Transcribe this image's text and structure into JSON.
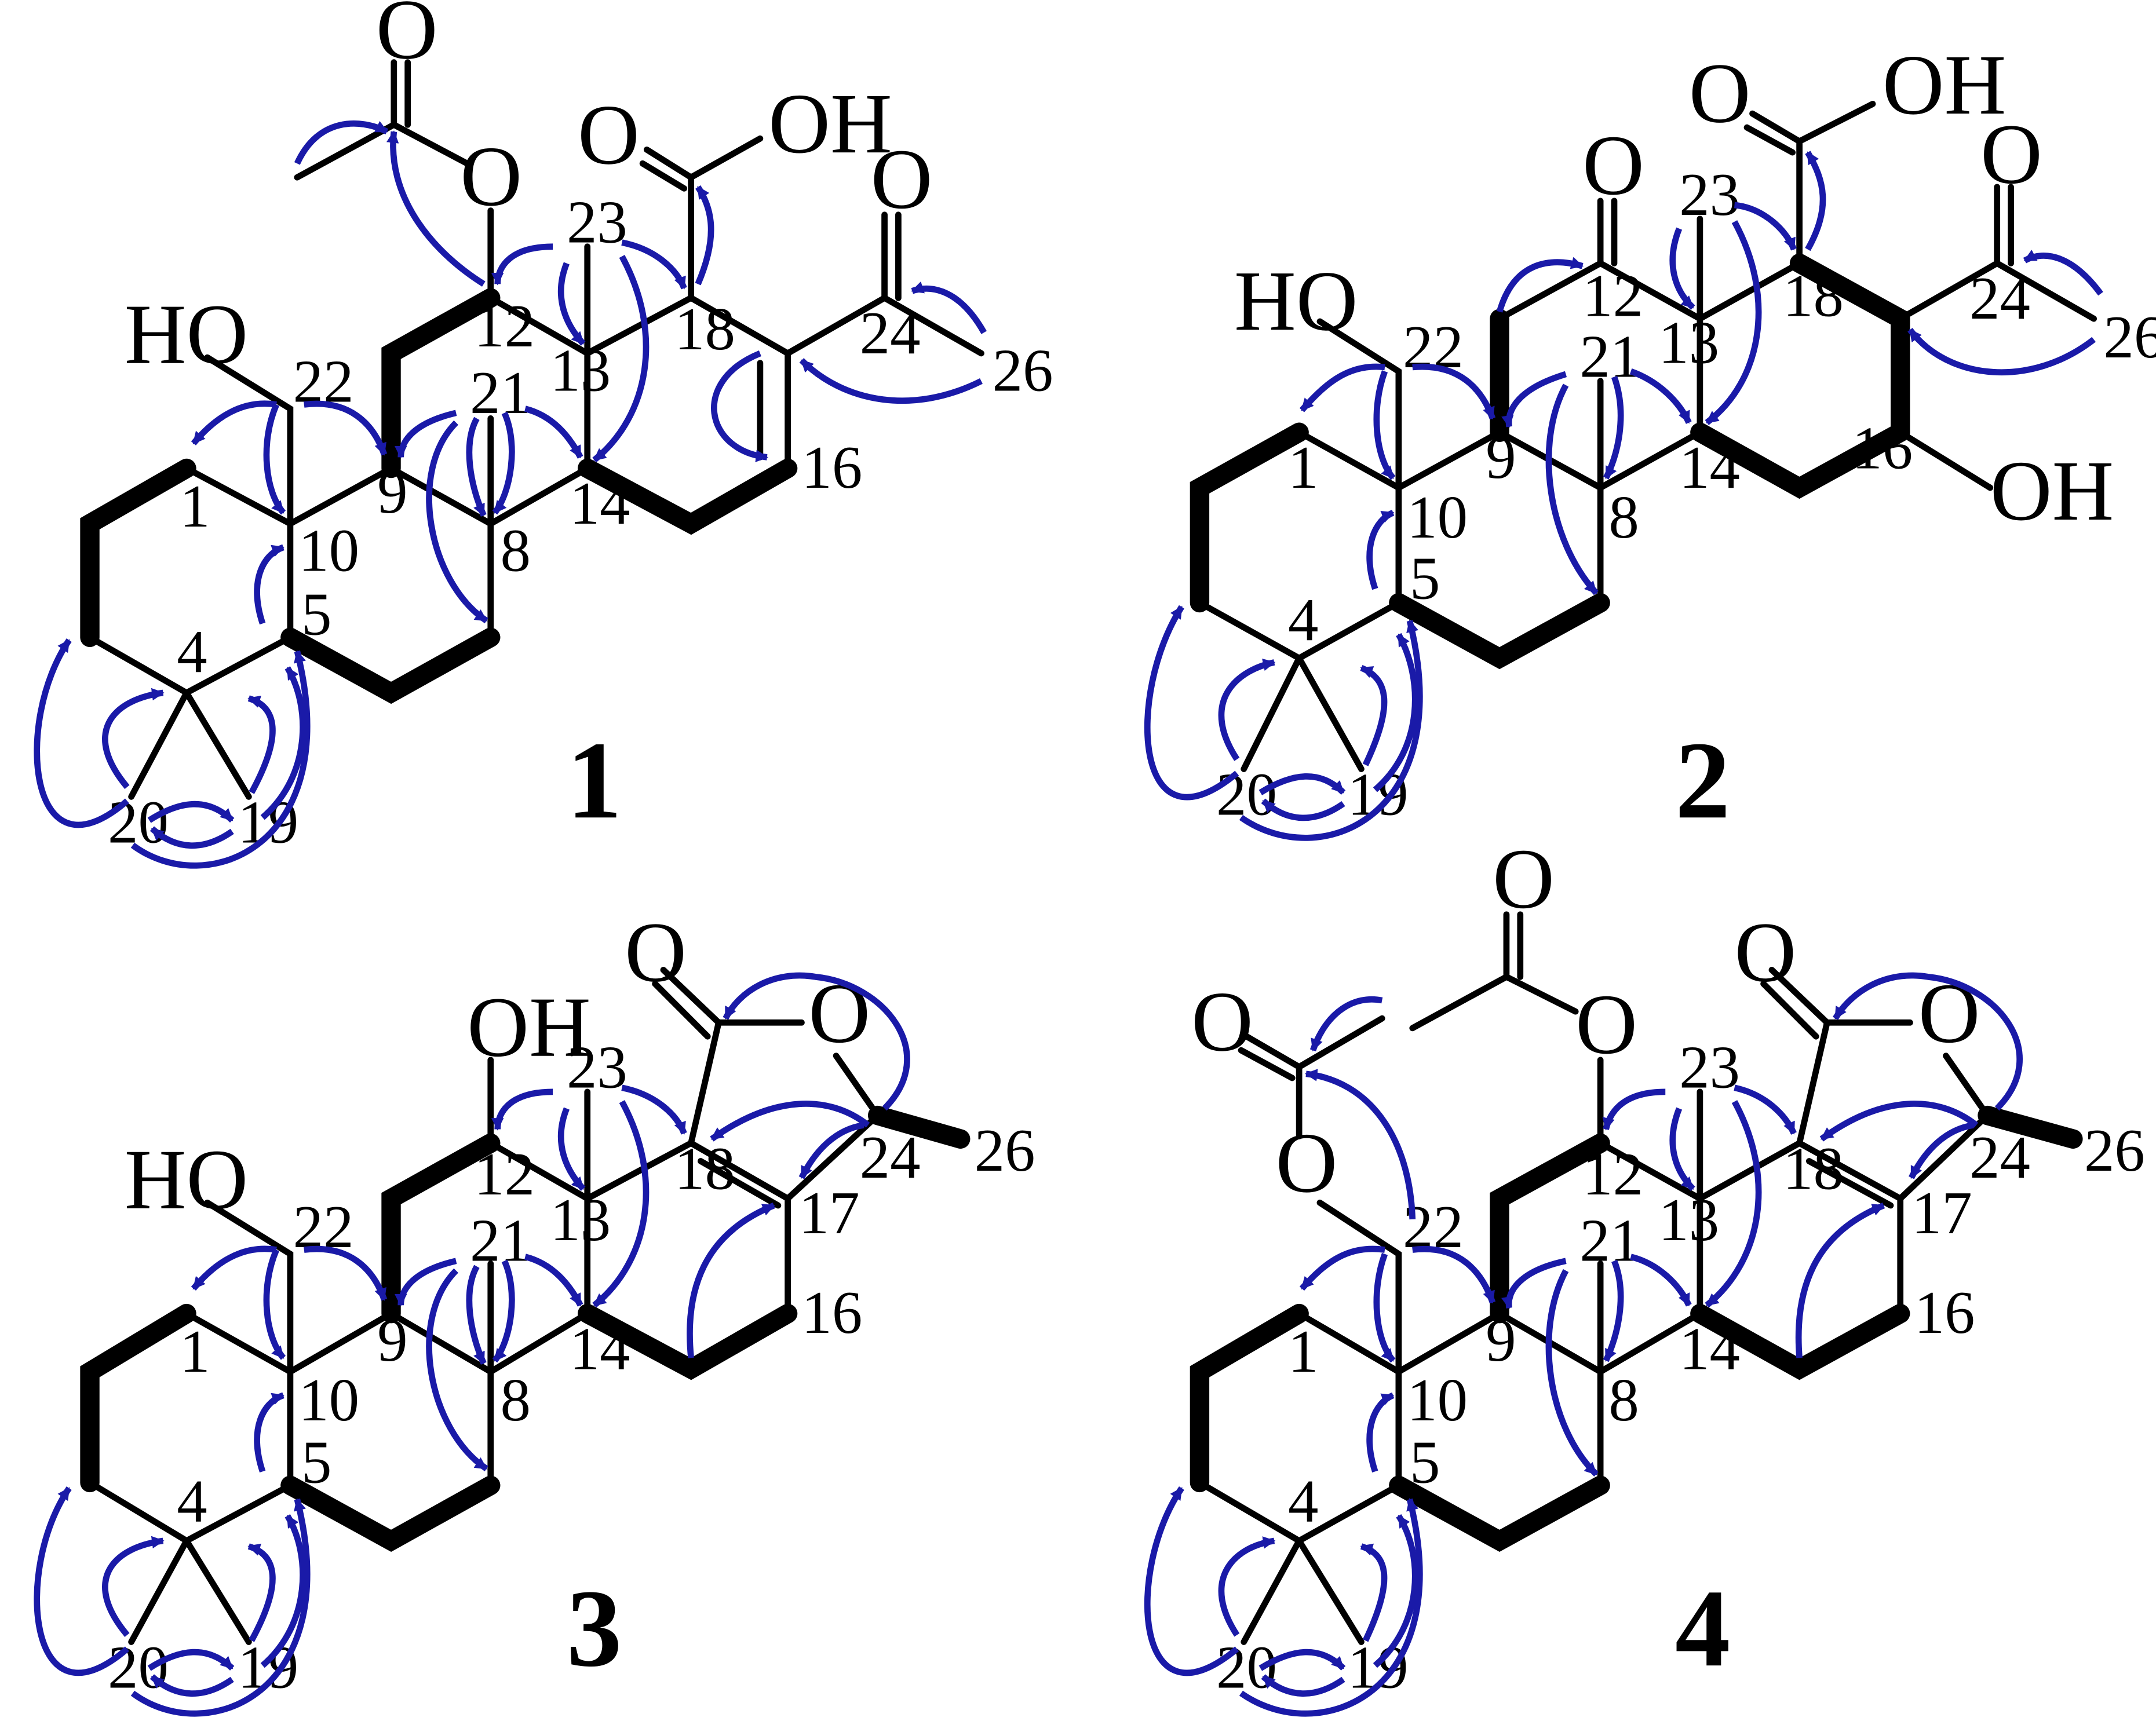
{
  "figure": {
    "colors": {
      "bond": "#000000",
      "correlation_arrow": "#1a1aa8",
      "background": "#ffffff"
    },
    "compounds": [
      {
        "number": "1",
        "groups": {
          "hydroxyl_left": "HO",
          "carbonyl_o": "O",
          "ester_o": "O",
          "acid_o": "O",
          "acid_oh": "OH",
          "ketone_o": "O"
        },
        "locants": {
          "c1": "1",
          "c4": "4",
          "c5": "5",
          "c8": "8",
          "c9": "9",
          "c10": "10",
          "c12": "12",
          "c13": "13",
          "c14": "14",
          "c16": "16",
          "c18": "18",
          "c19": "19",
          "c20": "20",
          "c21": "21",
          "c22": "22",
          "c23": "23",
          "c24": "24",
          "c26": "26"
        }
      },
      {
        "number": "2",
        "groups": {
          "hydroxyl_left": "HO",
          "c12_o": "O",
          "acid_o": "O",
          "acid_oh": "OH",
          "ketone_o": "O",
          "c16_oh": "OH"
        },
        "locants": {
          "c1": "1",
          "c4": "4",
          "c5": "5",
          "c8": "8",
          "c9": "9",
          "c10": "10",
          "c12": "12",
          "c13": "13",
          "c14": "14",
          "c16": "16",
          "c18": "18",
          "c19": "19",
          "c20": "20",
          "c21": "21",
          "c22": "22",
          "c23": "23",
          "c24": "24",
          "c26": "26"
        }
      },
      {
        "number": "3",
        "groups": {
          "hydroxyl_left": "HO",
          "c12_oh": "OH",
          "lactone_co": "O",
          "lactone_o": "O"
        },
        "locants": {
          "c1": "1",
          "c4": "4",
          "c5": "5",
          "c8": "8",
          "c9": "9",
          "c10": "10",
          "c12": "12",
          "c13": "13",
          "c14": "14",
          "c16": "16",
          "c17": "17",
          "c18": "18",
          "c19": "19",
          "c20": "20",
          "c21": "21",
          "c22": "22",
          "c23": "23",
          "c24": "24",
          "c26": "26"
        }
      },
      {
        "number": "4",
        "groups": {
          "c22_ester_o": "O",
          "c22_carbonyl_o": "O",
          "c12_ester_o": "O",
          "c12_carbonyl_o": "O",
          "lactone_co": "O",
          "lactone_o": "O"
        },
        "locants": {
          "c1": "1",
          "c4": "4",
          "c5": "5",
          "c8": "8",
          "c9": "9",
          "c10": "10",
          "c12": "12",
          "c13": "13",
          "c14": "14",
          "c16": "16",
          "c17": "17",
          "c18": "18",
          "c19": "19",
          "c20": "20",
          "c21": "21",
          "c22": "22",
          "c23": "23",
          "c24": "24",
          "c26": "26"
        }
      }
    ]
  }
}
